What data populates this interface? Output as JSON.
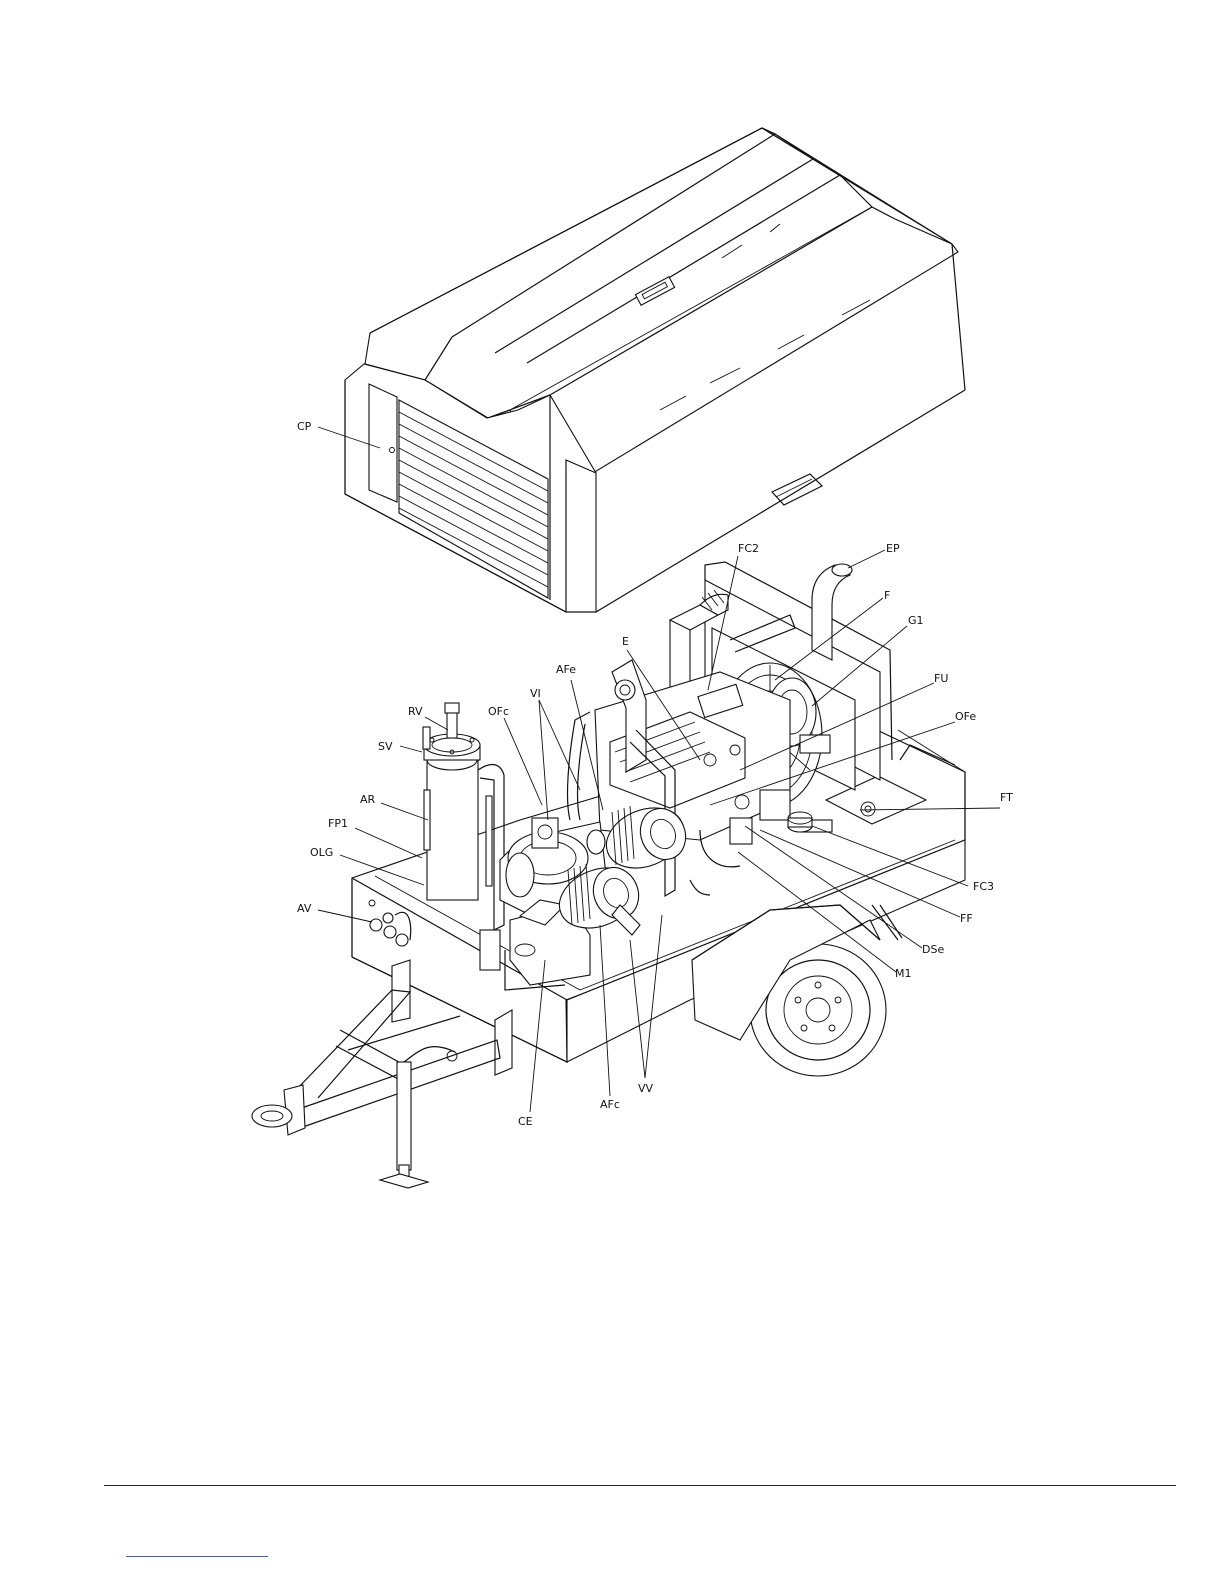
{
  "diagram": {
    "labels": [
      {
        "id": "CP",
        "text": "CP"
      },
      {
        "id": "FC2",
        "text": "FC2"
      },
      {
        "id": "EP",
        "text": "EP"
      },
      {
        "id": "F",
        "text": "F"
      },
      {
        "id": "G1",
        "text": "G1"
      },
      {
        "id": "E",
        "text": "E"
      },
      {
        "id": "AFe",
        "text": "AFe"
      },
      {
        "id": "FU",
        "text": "FU"
      },
      {
        "id": "RV",
        "text": "RV"
      },
      {
        "id": "OFc",
        "text": "OFc"
      },
      {
        "id": "VI",
        "text": "VI"
      },
      {
        "id": "OFe",
        "text": "OFe"
      },
      {
        "id": "SV",
        "text": "SV"
      },
      {
        "id": "AR",
        "text": "AR"
      },
      {
        "id": "FT",
        "text": "FT"
      },
      {
        "id": "FP1",
        "text": "FP1"
      },
      {
        "id": "OLG",
        "text": "OLG"
      },
      {
        "id": "FC3",
        "text": "FC3"
      },
      {
        "id": "AV",
        "text": "AV"
      },
      {
        "id": "FF",
        "text": "FF"
      },
      {
        "id": "DSe",
        "text": "DSe"
      },
      {
        "id": "M1",
        "text": "M1"
      },
      {
        "id": "VV",
        "text": "VV"
      },
      {
        "id": "AFc",
        "text": "AFc"
      },
      {
        "id": "CE",
        "text": "CE"
      }
    ]
  },
  "colors": {
    "line": "#111111",
    "link_underline": "#3b5bbf"
  }
}
